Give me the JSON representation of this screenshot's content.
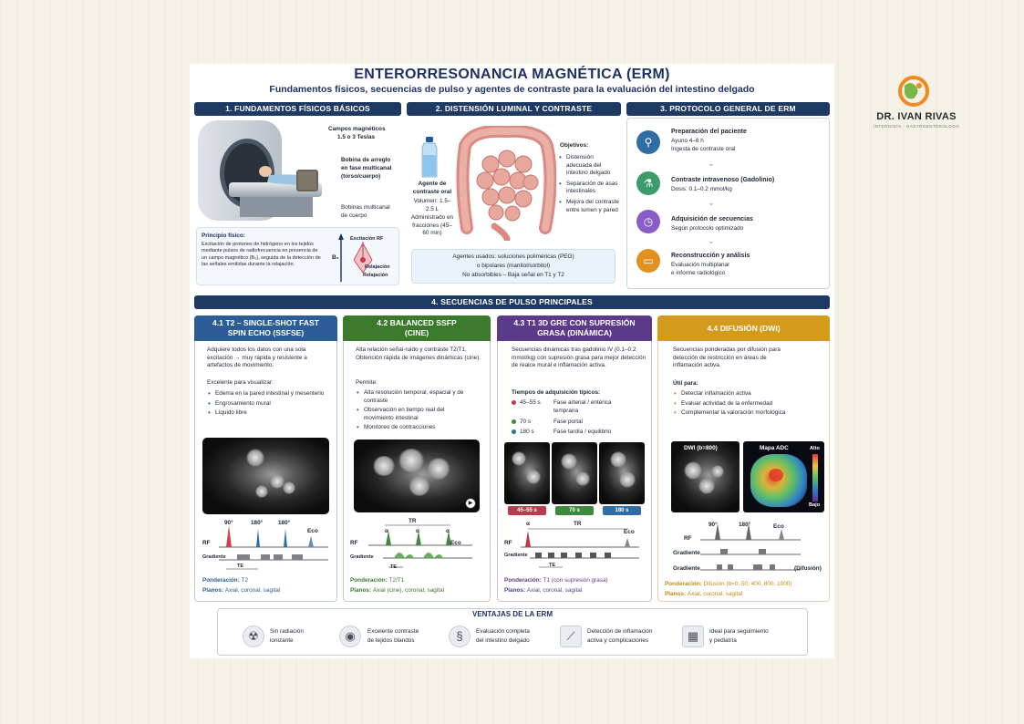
{
  "title": "ENTERORRESONANCIA MAGNÉTICA (ERM)",
  "subtitle": "Fundamentos físicos, secuencias de pulso y agentes de contraste para la evaluación del intestino delgado",
  "logo": {
    "name": "DR. IVAN RIVAS",
    "tagline": "INTERNISTA · GASTROENTERÓLOGO",
    "icon": "stomach-logo-icon",
    "color": "#f08a1c",
    "accent": "#7ab648"
  },
  "sec1": {
    "head": "1. FUNDAMENTOS FÍSICOS BÁSICOS",
    "campos_title": "Campos magnéticos",
    "campos_val": "1.5 o 3 Teslas",
    "bobina1_l1": "Bobina de arreglo",
    "bobina1_l2": "en fase multicanal",
    "bobina1_l3": "(torso/cuerpo)",
    "bobina2_l1": "Bobinas multicanal",
    "bobina2_l2": "de cuerpo",
    "principio_title": "Principio físico:",
    "principio_text": "Excitación de protones de hidrógeno en los tejidos mediante pulsos de radiofrecuencia en presencia de un campo magnético (B₀), seguida de la detección de las señales emitidas durante la relajación.",
    "excitacion": "Excitación RF",
    "b0": "B₀",
    "relajacion1": "Relajación",
    "relajacion2": "Relajación"
  },
  "sec2": {
    "head": "2. DISTENSIÓN LUMINAL Y CONTRASTE",
    "agente_title": "Agente de contraste oral",
    "volumen": "Volumen: 1.5–2.5 L",
    "admin": "Administrado en fracciones (45–60 min)",
    "obj_title": "Objetivos:",
    "objetivos": [
      "Distensión adecuada del intestino delgado",
      "Separación de asas intestinales",
      "Mejora del contraste entre lumen y pared"
    ],
    "agentes_l1": "Agentes usados: soluciones poliméricas (PEG)",
    "agentes_l2": "o bipolares (manitol/sorbitol)",
    "agentes_l3": "No absorbibles – Baja señal en T1 y T2"
  },
  "sec3": {
    "head": "3. PROTOCOLO GENERAL DE ERM",
    "steps": [
      {
        "title": "Preparación del paciente",
        "l1": "Ayuno 4–6 h",
        "l2": "Ingesta de contraste oral",
        "icon": "patient-icon",
        "color": "#2f6ea5"
      },
      {
        "title": "Contraste intravenoso (Gadolinio)",
        "l1": "Dosis: 0.1–0.2 mmol/kg",
        "l2": "",
        "icon": "iv-bag-icon",
        "color": "#3d9a6a"
      },
      {
        "title": "Adquisición de secuencias",
        "l1": "Según protocolo optimizado",
        "l2": "",
        "icon": "clock-icon",
        "color": "#8a5cc7"
      },
      {
        "title": "Reconstrucción y análisis",
        "l1": "Evaluación multiplanar",
        "l2": "e informe radiológico",
        "icon": "monitor-icon",
        "color": "#e3901f"
      }
    ]
  },
  "sec4": {
    "head": "4. SECUENCIAS DE PULSO PRINCIPALES",
    "cards": [
      {
        "head": "4.1 T2 – SINGLE-SHOT FAST SPIN ECHO (SSFSE)",
        "color": "#2c5d97",
        "intro": "Adquiere todos los datos con una sola excitación → muy rápida y resistente a artefactos de movimiento.",
        "list_title": "Excelente para visualizar:",
        "items": [
          "Edema en la pared intestinal y mesenterio",
          "Engrosamiento mural",
          "Líquido libre"
        ],
        "ponderacion_label": "Ponderación:",
        "ponderacion": "T2",
        "planos_label": "Planos:",
        "planos": "Axial, coronal, sagital",
        "wave": {
          "rf": "RF",
          "grad": "Gradiente",
          "p1": "90°",
          "p2": "180°",
          "p3": "180°",
          "eco": "Eco",
          "te": "TE"
        }
      },
      {
        "head": "4.2 BALANCED SSFP (CINE)",
        "color": "#3b7a2c",
        "intro": "Alta relación señal-ruido y contraste T2/T1. Obtención rápida de imágenes dinámicas (cine).",
        "list_title": "Permite:",
        "items": [
          "Alta resolución temporal, espacial y de contraste",
          "Observación en tiempo real del movimiento intestinal",
          "Monitoreo de contracciones"
        ],
        "ponderacion_label": "Ponderación:",
        "ponderacion": "T2/T1",
        "planos_label": "Planos:",
        "planos": "Axial (cine), coronal, sagital",
        "wave": {
          "rf": "RF",
          "grad": "Gradiente",
          "tr": "TR",
          "a1": "α",
          "a2": "α",
          "a3": "α",
          "eco": "Eco",
          "te": "TE"
        }
      },
      {
        "head": "4.3 T1 3D GRE CON SUPRESIÓN GRASA (DINÁMICA)",
        "color": "#5b3a8a",
        "intro": "Secuencias dinámicas tras gadolinio IV (0.1–0.2 mmol/kg) con supresión grasa para mejor detección de realce mural e inflamación activa.",
        "list_title": "Tiempos de adquisición típicos:",
        "times": [
          {
            "t": "45–55 s",
            "d": "Fase arterial / entérica temprana",
            "color": "#c0394a"
          },
          {
            "t": "70 s",
            "d": "Fase portal",
            "color": "#3b8a3e"
          },
          {
            "t": "180 s",
            "d": "Fase tardía / equilibrio",
            "color": "#2f6ea5"
          }
        ],
        "ponderacion_label": "Ponderación:",
        "ponderacion": "T1 (con supresión grasa)",
        "planos_label": "Planos:",
        "planos": "Axial, coronal, sagital",
        "wave": {
          "rf": "RF",
          "grad": "Gradiente",
          "a1": "α",
          "tr": "TR",
          "eco": "Eco",
          "te": "TE"
        }
      },
      {
        "head": "4.4 DIFUSIÓN (DWI)",
        "color": "#d39a1c",
        "intro": "Secuencias ponderadas por difusión para detección de restricción en áreas de inflamación activa.",
        "list_title": "Útil para:",
        "items": [
          "Detectar inflamación activa",
          "Evaluar actividad de la enfermedad",
          "Complementar la valoración morfológica"
        ],
        "dwi_label": "DWI (b=800)",
        "adc_label": "Mapa ADC",
        "alto": "Alto",
        "bajo": "Bajo",
        "ponderacion_label": "Ponderación:",
        "ponderacion": "Difusión (b=0, 50, 400, 800, 1000)",
        "planos_label": "Planos:",
        "planos": "Axial, coronal, sagital",
        "wave": {
          "rf": "RF",
          "grad1": "Gradiente",
          "grad2": "Gradiente",
          "p1": "90°",
          "p2": "180°",
          "eco": "Eco",
          "dif": "(Difusión)"
        }
      }
    ]
  },
  "ventajas": {
    "head": "VENTAJAS DE LA ERM",
    "items": [
      {
        "l1": "Sin radiación",
        "l2": "ionizante",
        "icon": "radiation-icon"
      },
      {
        "l1": "Excelente contraste",
        "l2": "de tejidos blandos",
        "icon": "eye-icon"
      },
      {
        "l1": "Evaluación completa",
        "l2": "del intestino delgado",
        "icon": "intestine-icon"
      },
      {
        "l1": "Detección de inflamación",
        "l2": "activa y complicaciones",
        "icon": "chart-line-icon"
      },
      {
        "l1": "Ideal para seguimiento",
        "l2": "y pediatría",
        "icon": "calendar-icon"
      }
    ]
  }
}
